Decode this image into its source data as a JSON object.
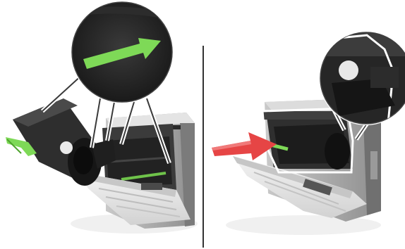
{
  "figure": {
    "panels": [
      {
        "id": "left",
        "step": "insert-toner-cartridge",
        "callout_content": "arrow-right-icon"
      },
      {
        "id": "right",
        "step": "close-front-door",
        "callout_content": "cartridge-latch-detail"
      }
    ],
    "divider": true
  },
  "colors": {
    "printer_light": "#e9e9e9",
    "printer_mid": "#b9b9b9",
    "printer_dark": "#5a5a5a",
    "cartridge_dark": "#2f2f2f",
    "cartridge_black": "#161616",
    "accent_green": "#7ed957",
    "arrow_red": "#e64545",
    "outline": "#ffffff",
    "divider": "#333333"
  },
  "icons": [
    "arrow-right-icon",
    "red-push-arrow-icon"
  ]
}
